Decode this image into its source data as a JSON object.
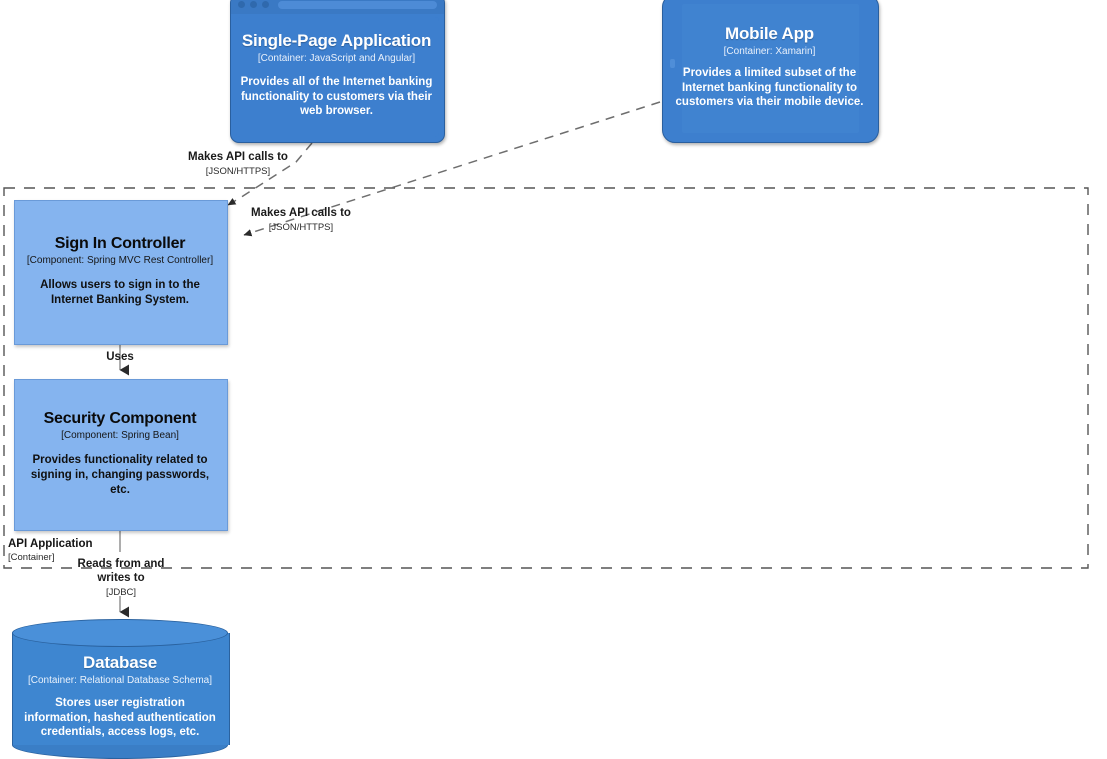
{
  "diagram": {
    "type": "c4-component-diagram",
    "background_color": "#ffffff"
  },
  "nodes": [
    {
      "id": "spa",
      "shape": "browser-window",
      "title": "Single-Page Application",
      "technology": "[Container: JavaScript and Angular]",
      "description": "Provides all of the Internet banking functionality to customers via their web browser.",
      "fill_color": "#3d7fce",
      "text_color": "#ffffff"
    },
    {
      "id": "mobile",
      "shape": "mobile-device",
      "title": "Mobile App",
      "technology": "[Container: Xamarin]",
      "description": "Provides a limited subset of the Internet banking functionality to customers via their mobile device.",
      "fill_color": "#3d7fce",
      "text_color": "#ffffff"
    },
    {
      "id": "signin",
      "shape": "rectangle",
      "title": "Sign In Controller",
      "technology": "[Component: Spring MVC Rest Controller]",
      "description": "Allows users to sign in to the Internet Banking System.",
      "fill_color": "#85b4ef",
      "text_color": "#101010"
    },
    {
      "id": "security",
      "shape": "rectangle",
      "title": "Security Component",
      "technology": "[Component: Spring Bean]",
      "description": "Provides functionality related to signing in, changing passwords, etc.",
      "fill_color": "#85b4ef",
      "text_color": "#101010"
    },
    {
      "id": "database",
      "shape": "cylinder",
      "title": "Database",
      "technology": "[Container: Relational Database Schema]",
      "description": "Stores user registration information, hashed authentication credentials, access logs, etc.",
      "fill_color": "#3e86d0",
      "text_color": "#ffffff"
    }
  ],
  "edges": [
    {
      "id": "spa-to-signin",
      "from": "spa",
      "to": "signin",
      "label": "Makes API calls to",
      "technology": "[JSON/HTTPS]",
      "style": "dashed"
    },
    {
      "id": "mobile-to-signin",
      "from": "mobile",
      "to": "signin",
      "label": "Makes API calls to",
      "technology": "[JSON/HTTPS]",
      "style": "dashed"
    },
    {
      "id": "signin-to-security",
      "from": "signin",
      "to": "security",
      "label": "Uses",
      "technology": "",
      "style": "solid"
    },
    {
      "id": "security-to-database",
      "from": "security",
      "to": "database",
      "label": "Reads from and writes to",
      "technology": "[JDBC]",
      "style": "solid"
    }
  ],
  "boundary": {
    "name": "API Application",
    "type": "[Container]",
    "style": "dashed"
  }
}
